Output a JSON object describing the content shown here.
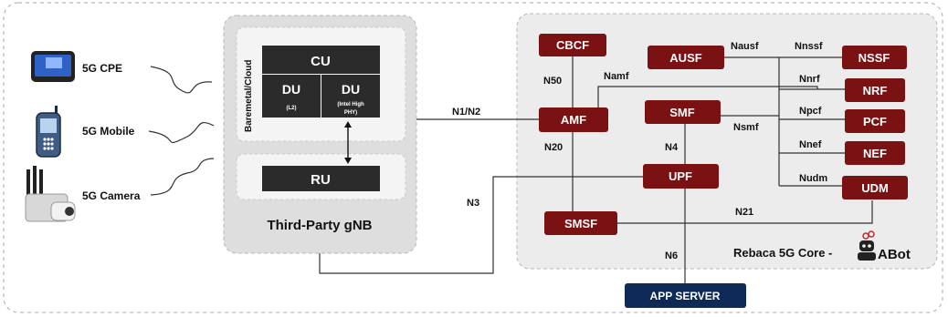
{
  "devices": [
    {
      "label": "5G CPE",
      "icon": "router-icon"
    },
    {
      "label": "5G Mobile",
      "icon": "mobile-phone-icon"
    },
    {
      "label": "5G Camera",
      "icon": "camera-icon"
    }
  ],
  "gnb": {
    "title": "Third-Party gNB",
    "side_label": "Baremetal/Cloud",
    "cu": "CU",
    "du_left": {
      "title": "DU",
      "sub": "(L2)"
    },
    "du_right": {
      "title": "DU",
      "sub1": "(Intel High",
      "sub2": "PHY)"
    },
    "ru": "RU"
  },
  "core": {
    "footer_text": "Rebaca 5G Core -",
    "logo_text": "ABot",
    "functions": {
      "cbcf": "CBCF",
      "ausf": "AUSF",
      "nssf": "NSSF",
      "nrf": "NRF",
      "amf": "AMF",
      "smf": "SMF",
      "pcf": "PCF",
      "nef": "NEF",
      "upf": "UPF",
      "udm": "UDM",
      "smsf": "SMSF"
    },
    "interfaces": {
      "n1n2": "N1/N2",
      "n50": "N50",
      "namf": "Namf",
      "nausf": "Nausf",
      "nnssf": "Nnssf",
      "nnrf": "Nnrf",
      "npcf": "Npcf",
      "nsmf": "Nsmf",
      "nnef": "Nnef",
      "nudm": "Nudm",
      "n20": "N20",
      "n4": "N4",
      "n3": "N3",
      "n21": "N21",
      "n6": "N6"
    }
  },
  "app_server": "APP SERVER",
  "colors": {
    "nf_fill": "#7a1214",
    "box_fill": "#2b2b2b",
    "app_fill": "#0e2a57",
    "panel_fill": "#ececec",
    "inner_fill": "#f3f3f3",
    "line": "#333333"
  }
}
